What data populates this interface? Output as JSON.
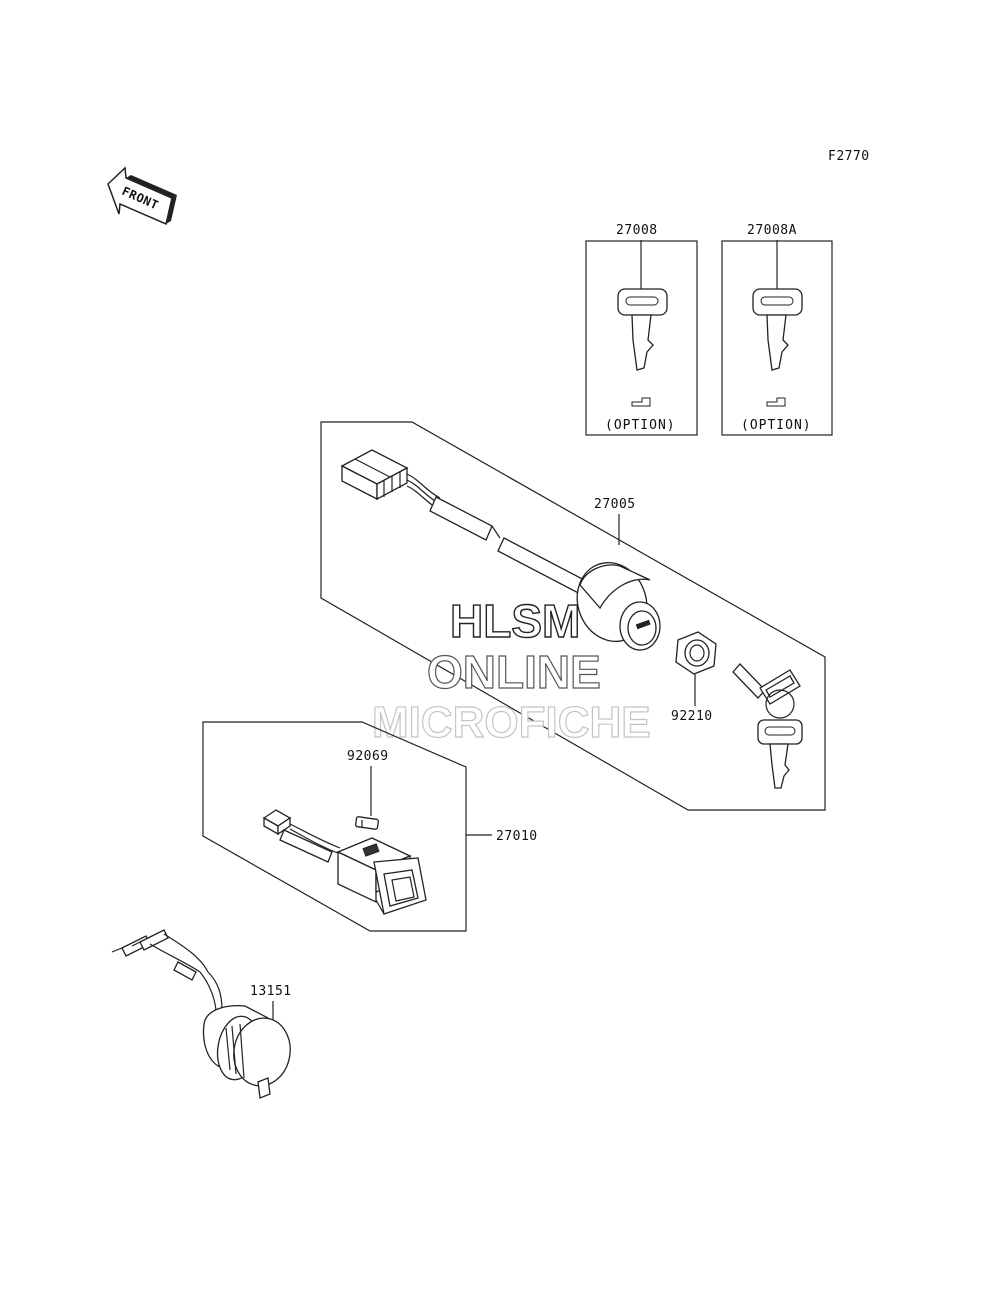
{
  "figure_code": "F2770",
  "front_label": "FRONT",
  "parts": {
    "key_a": "27008",
    "key_b": "27008A",
    "ignition_switch": "27005",
    "nut": "92210",
    "push_switch": "27010",
    "bulb": "92069",
    "socket": "13151"
  },
  "option_label": "(OPTION)",
  "watermark": {
    "line1": "HLSM",
    "line2": "ONLINE",
    "line3": "MICROFICHE"
  }
}
